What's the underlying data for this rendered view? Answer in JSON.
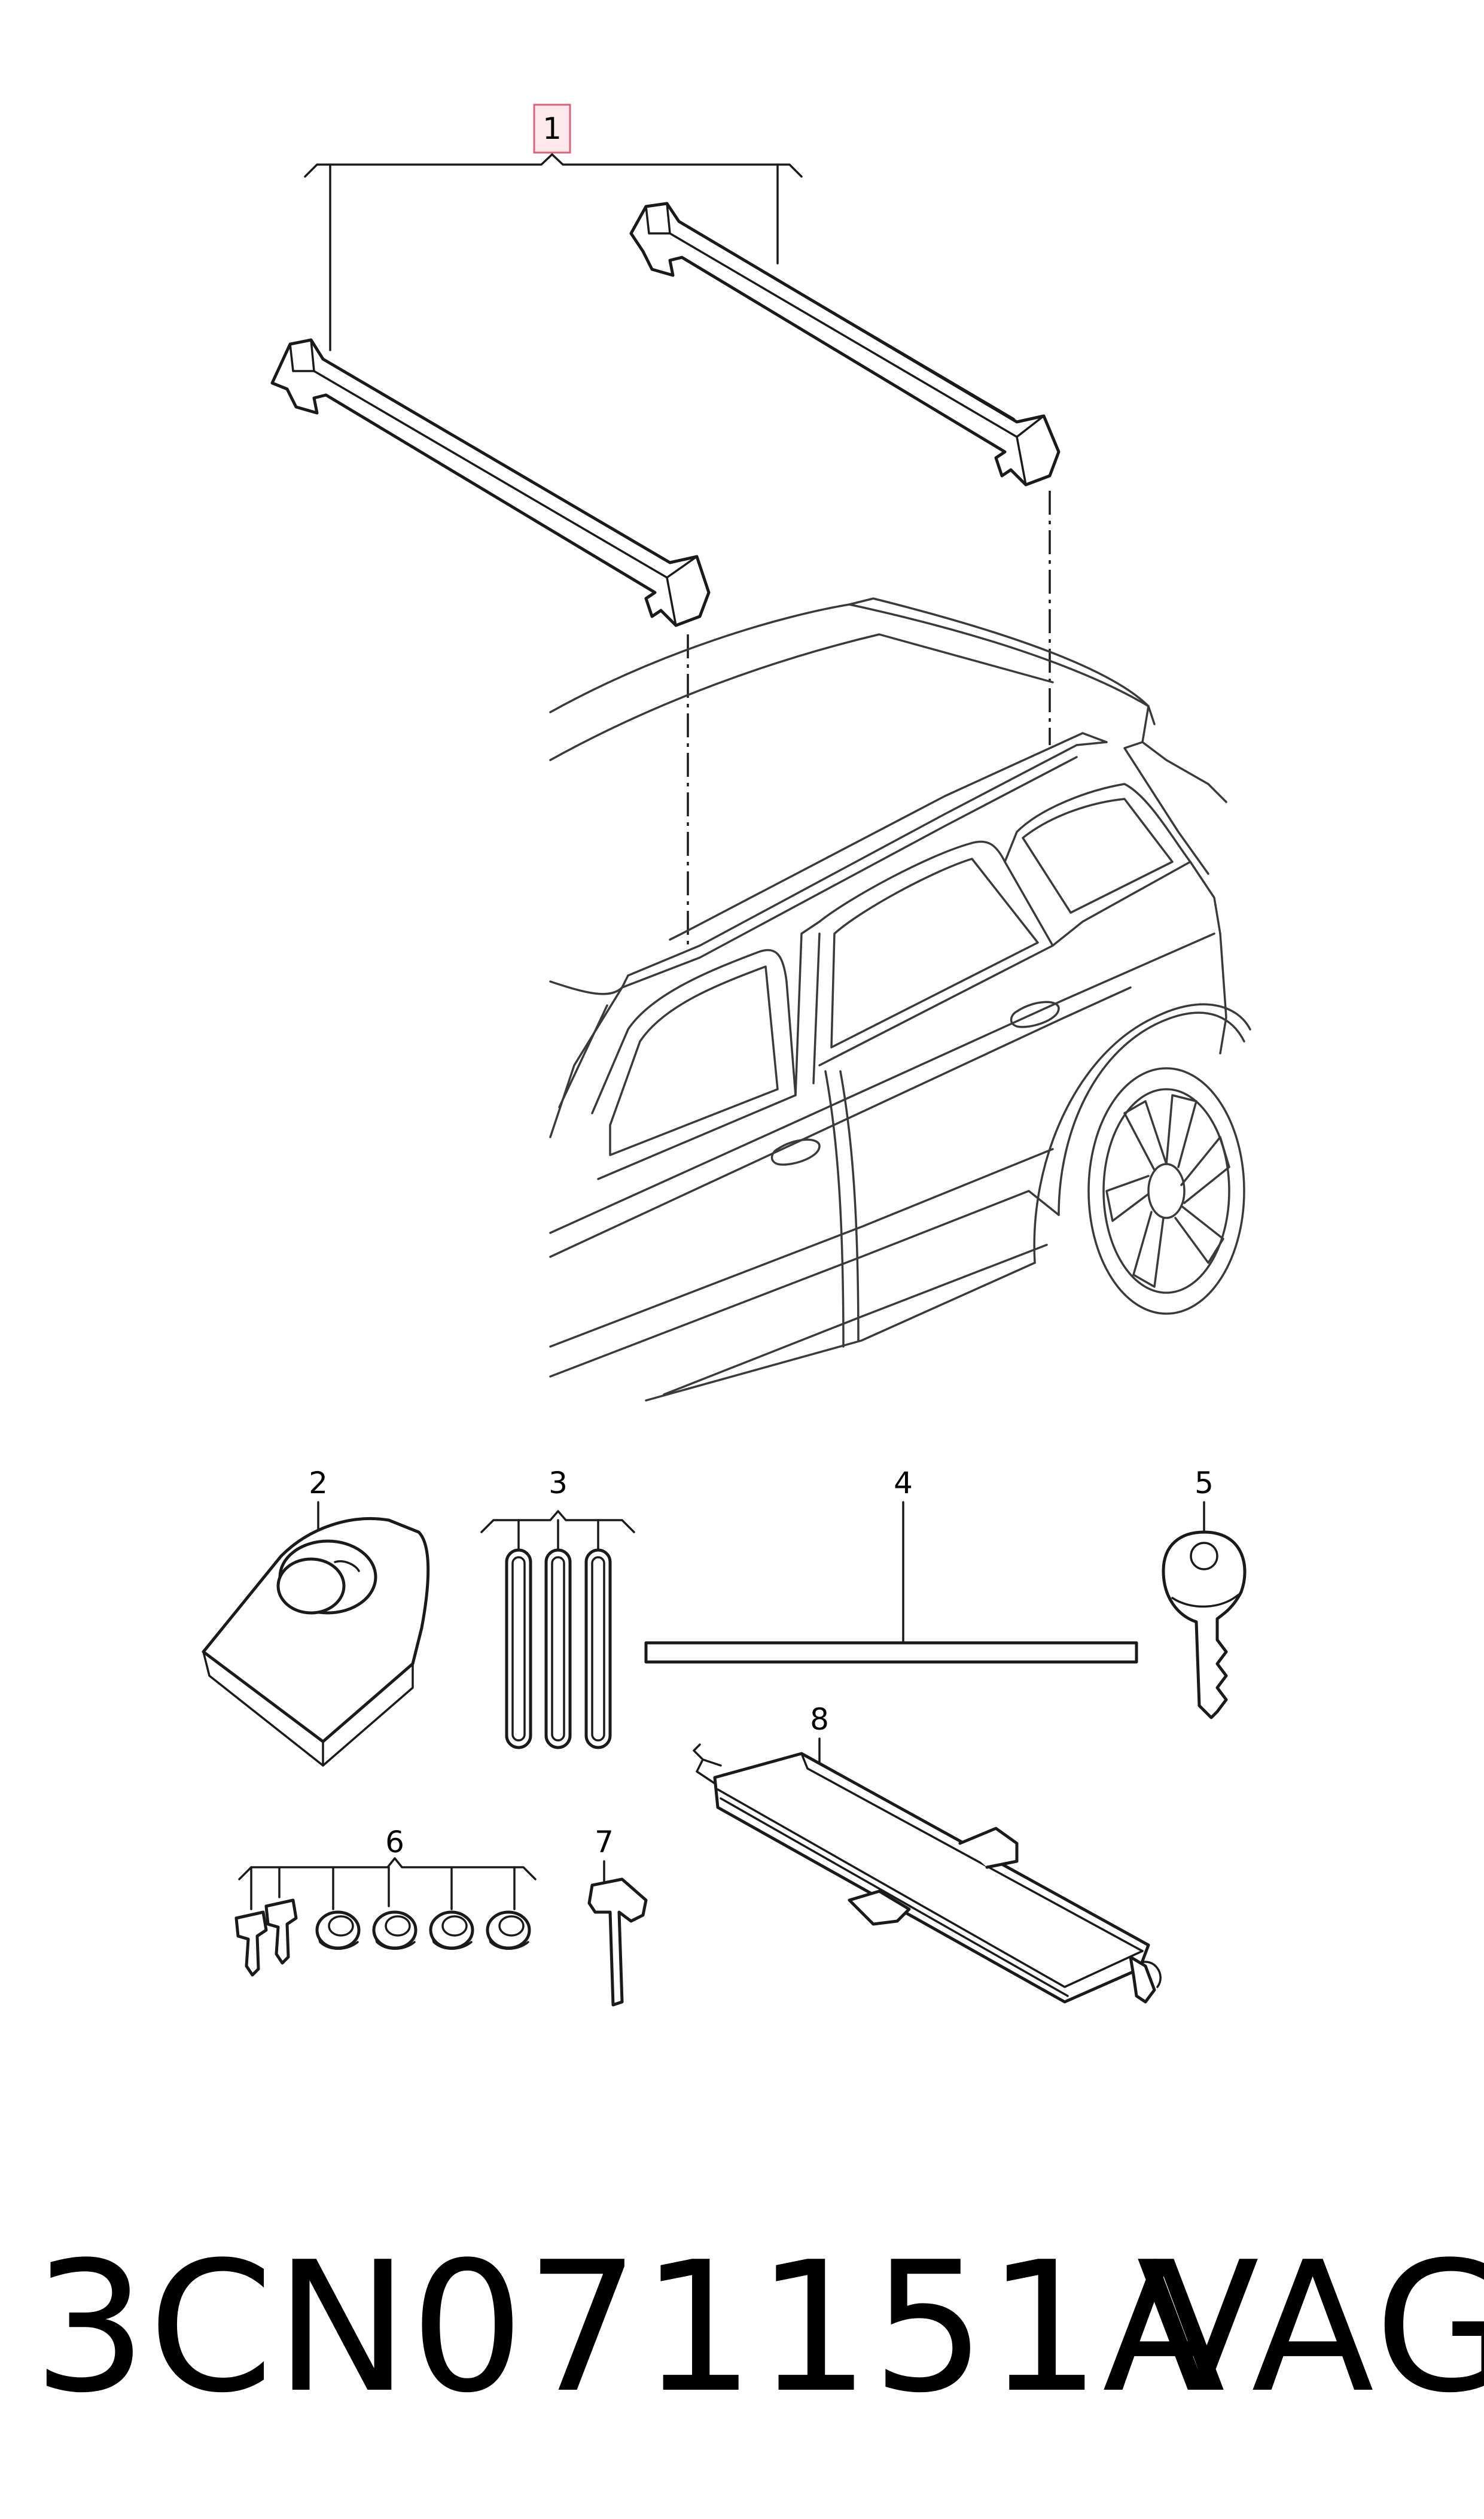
{
  "callouts": {
    "c1": "1",
    "c2": "2",
    "c3": "3",
    "c4": "4",
    "c5": "5",
    "c6": "6",
    "c7": "7",
    "c8": "8"
  },
  "footer": {
    "part_number": "3CN071151A",
    "brand": "VAG"
  },
  "colors": {
    "highlight_fill": "#fde8ec",
    "highlight_stroke": "#e0607a",
    "line": "#1a1a1a"
  }
}
